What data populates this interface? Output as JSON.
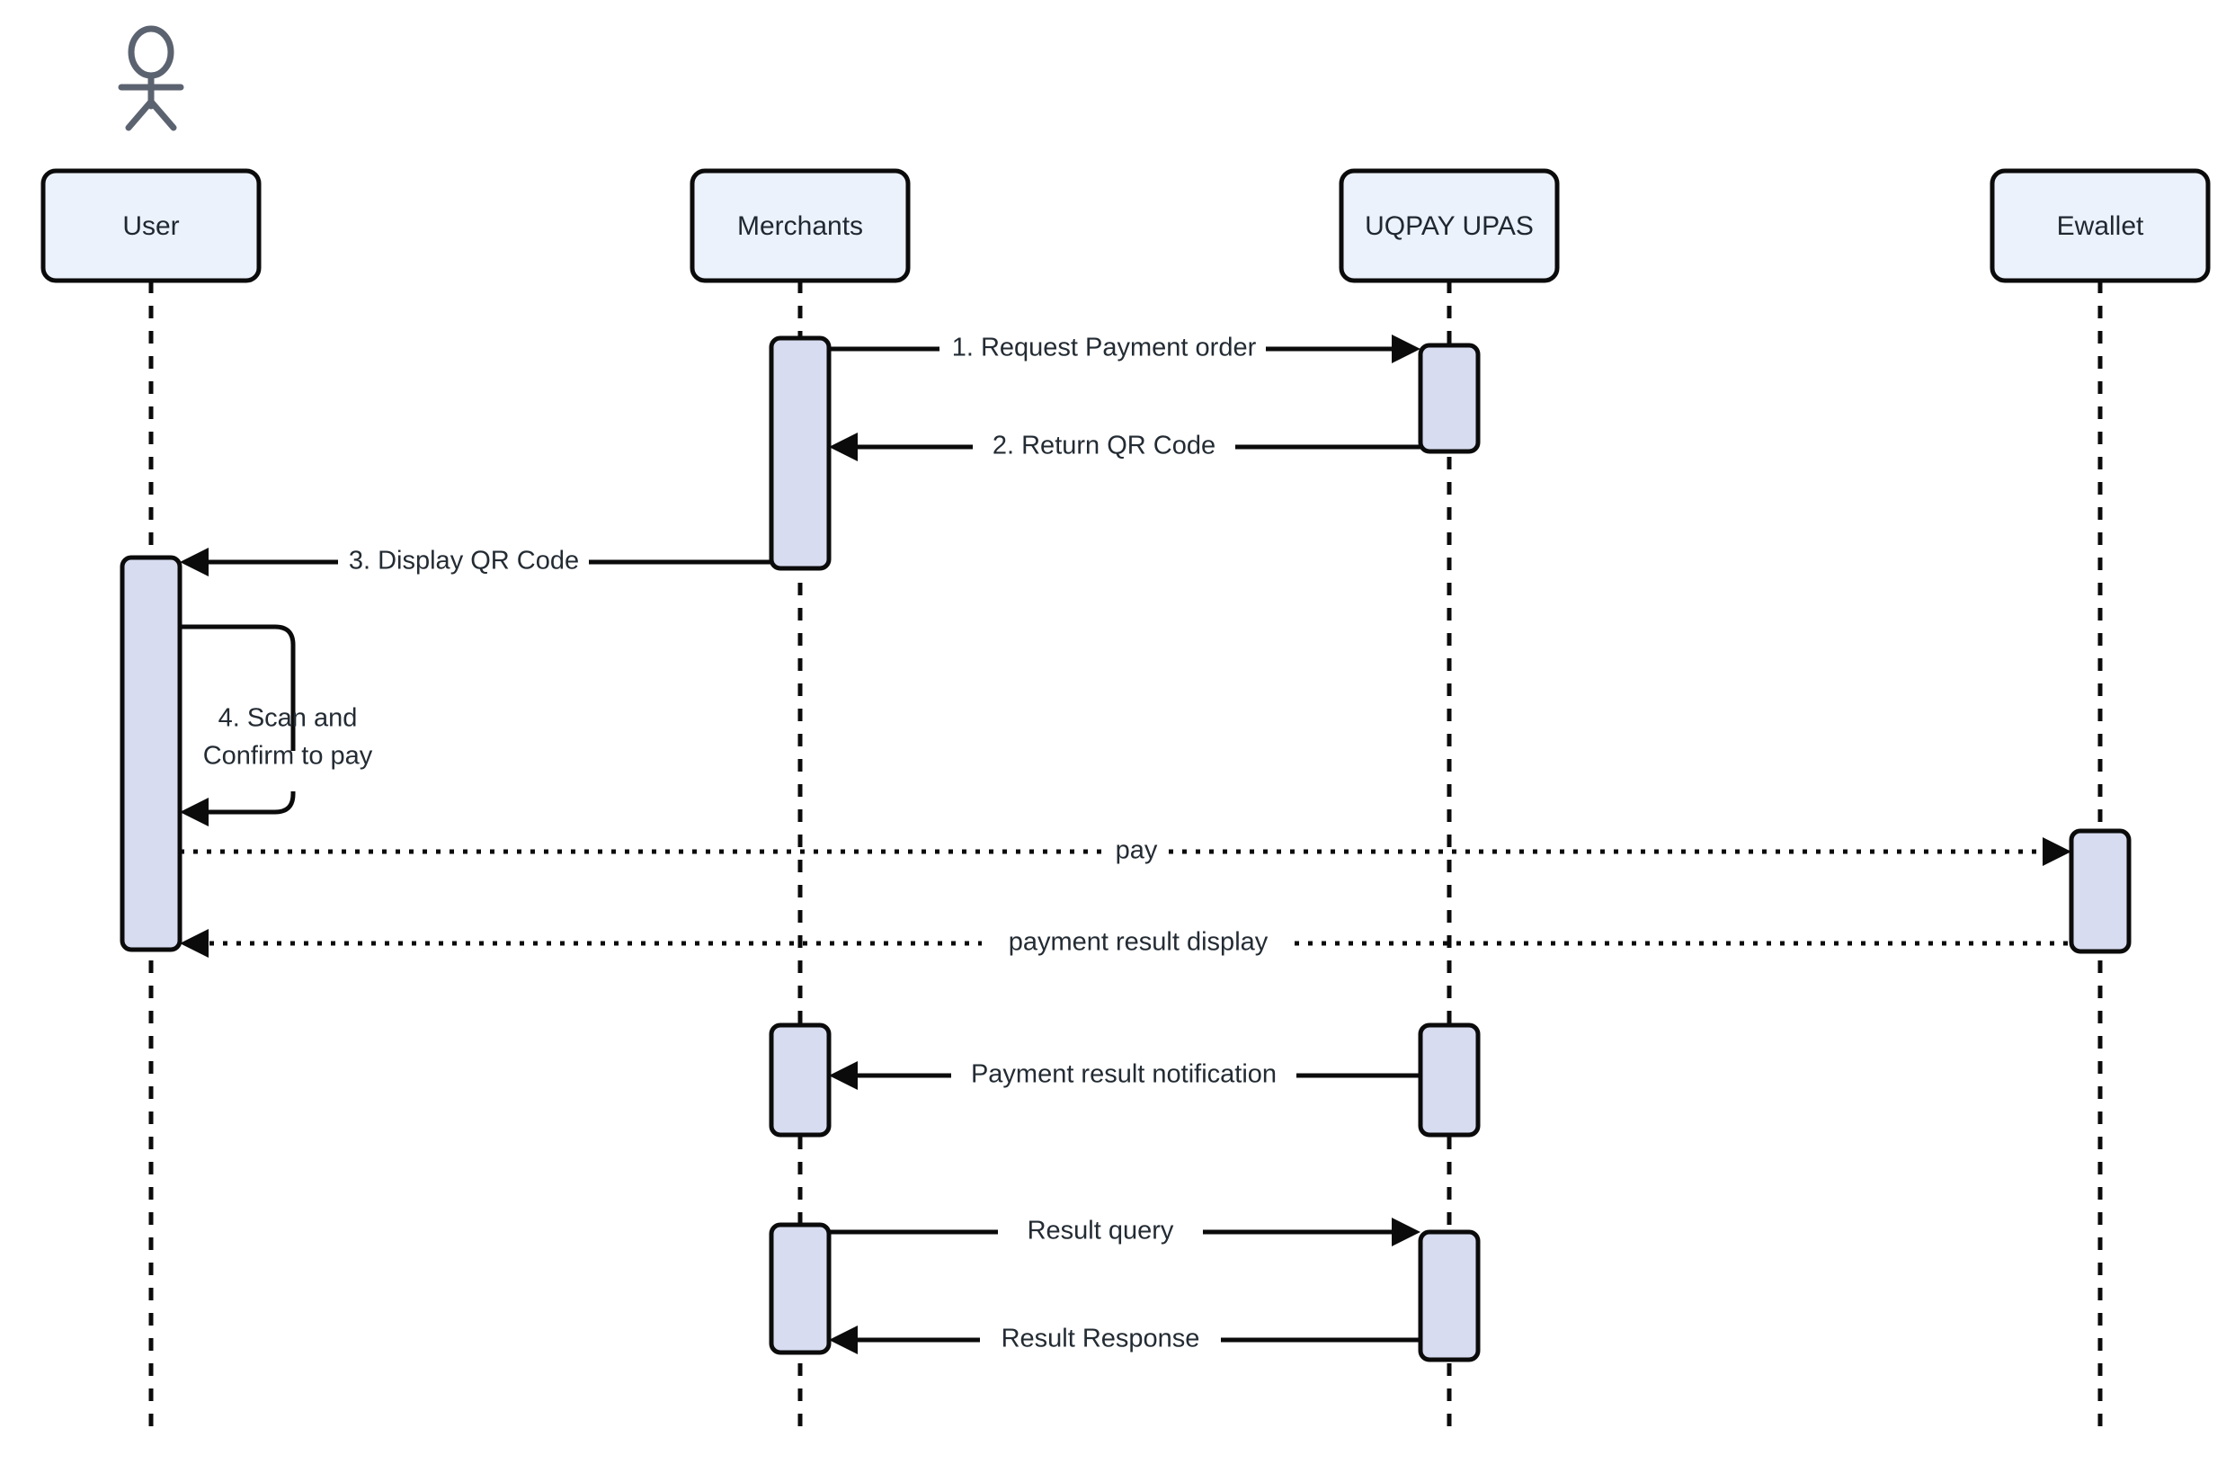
{
  "diagram": {
    "type": "sequence-diagram",
    "title": "UQPAY UPAS QR Payment Flow",
    "background_color": "#ffffff",
    "participant_fill": "#ECF2FB",
    "participant_stroke": "#0b0b0b",
    "activation_fill": "#D7DCF0",
    "line_color": "#0b0b0b",
    "text_color": "#232b33",
    "actor_icon_color": "#5C6370"
  },
  "actors": [
    {
      "name": "actor-user",
      "icon": "person-stick-figure-icon",
      "label": "User"
    }
  ],
  "participants": [
    {
      "id": "user",
      "label": "User",
      "has_actor_icon": true
    },
    {
      "id": "merchants",
      "label": "Merchants",
      "has_actor_icon": false
    },
    {
      "id": "uqpay",
      "label": "UQPAY UPAS",
      "has_actor_icon": false
    },
    {
      "id": "ewallet",
      "label": "Ewallet",
      "has_actor_icon": false
    }
  ],
  "messages": [
    {
      "index": 1,
      "label": "1. Request Payment order",
      "from": "merchants",
      "to": "uqpay",
      "direction": "right",
      "style": "solid",
      "arrow": "filled"
    },
    {
      "index": 2,
      "label": "2. Return QR Code",
      "from": "uqpay",
      "to": "merchants",
      "direction": "left",
      "style": "solid",
      "arrow": "filled"
    },
    {
      "index": 3,
      "label": "3. Display QR Code",
      "from": "merchants",
      "to": "user",
      "direction": "left",
      "style": "solid",
      "arrow": "filled"
    },
    {
      "index": 4,
      "label": "4. Scan and\nConfirm to pay",
      "label_line1": "4. Scan and",
      "label_line2": "Confirm to pay",
      "from": "user",
      "to": "user",
      "direction": "self",
      "style": "solid",
      "arrow": "filled"
    },
    {
      "index": 5,
      "label": "pay",
      "from": "user",
      "to": "ewallet",
      "direction": "right",
      "style": "dotted",
      "arrow": "filled"
    },
    {
      "index": 6,
      "label": "payment result display",
      "from": "ewallet",
      "to": "user",
      "direction": "left",
      "style": "dotted",
      "arrow": "filled"
    },
    {
      "index": 7,
      "label": "Payment result notification",
      "from": "uqpay",
      "to": "merchants",
      "direction": "left",
      "style": "solid",
      "arrow": "filled"
    },
    {
      "index": 8,
      "label": "Result query",
      "from": "merchants",
      "to": "uqpay",
      "direction": "right",
      "style": "solid",
      "arrow": "filled"
    },
    {
      "index": 9,
      "label": "Result Response",
      "from": "uqpay",
      "to": "merchants",
      "direction": "left",
      "style": "solid",
      "arrow": "filled"
    }
  ]
}
